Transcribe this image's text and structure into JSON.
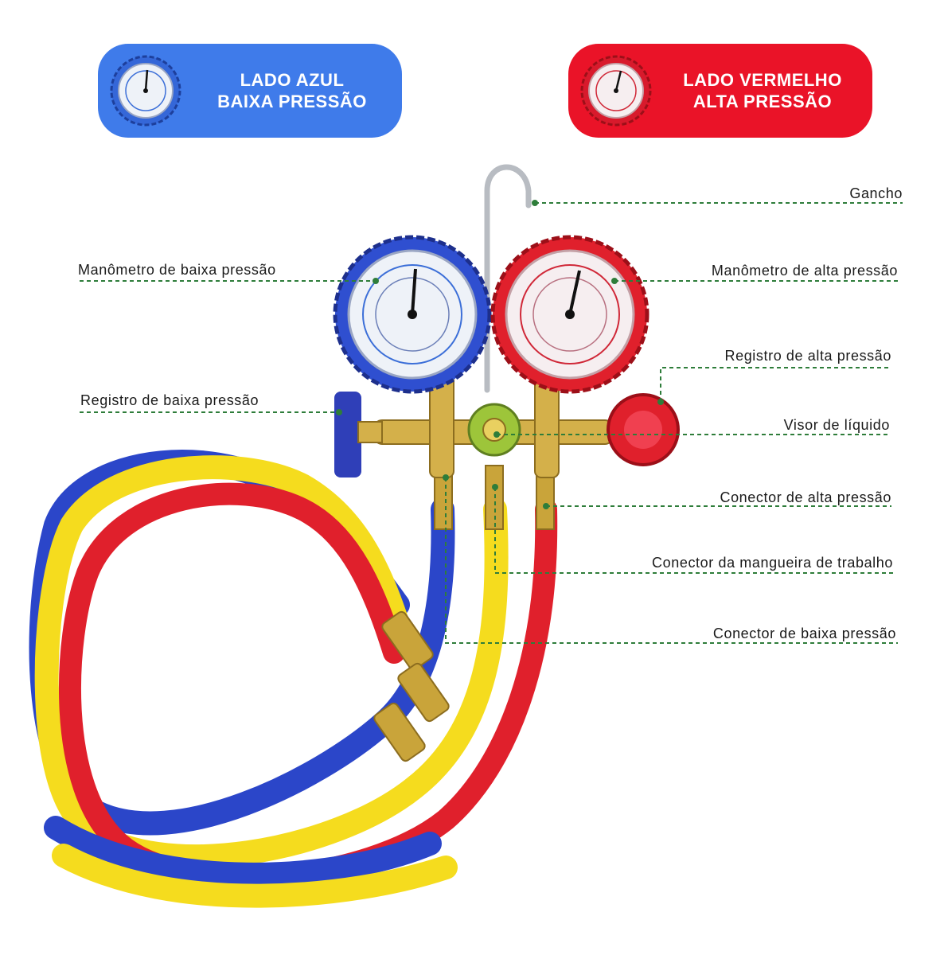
{
  "badges": {
    "low": {
      "line1": "LADO AZUL",
      "line2": "BAIXA PRESSÃO",
      "color": "#3f7bea"
    },
    "high": {
      "line1": "LADO VERMELHO",
      "line2": "ALTA PRESSÃO",
      "color": "#ea1328"
    }
  },
  "labels": {
    "gancho": "Gancho",
    "manometro_baixa": "Manômetro de baixa pressão",
    "manometro_alta": "Manômetro de alta pressão",
    "registro_alta": "Registro de alta pressão",
    "registro_baixa": "Registro de baixa pressão",
    "visor": "Visor de líquido",
    "conector_alta": "Conector de alta pressão",
    "conector_trabalho": "Conector da mangueira de trabalho",
    "conector_baixa": "Conector de baixa pressão"
  },
  "colors": {
    "leader_line": "#2e7d3a",
    "hose_blue": "#2b46c9",
    "hose_yellow": "#f5dc1e",
    "hose_red": "#e0202c",
    "brass": "#c9a43a"
  }
}
